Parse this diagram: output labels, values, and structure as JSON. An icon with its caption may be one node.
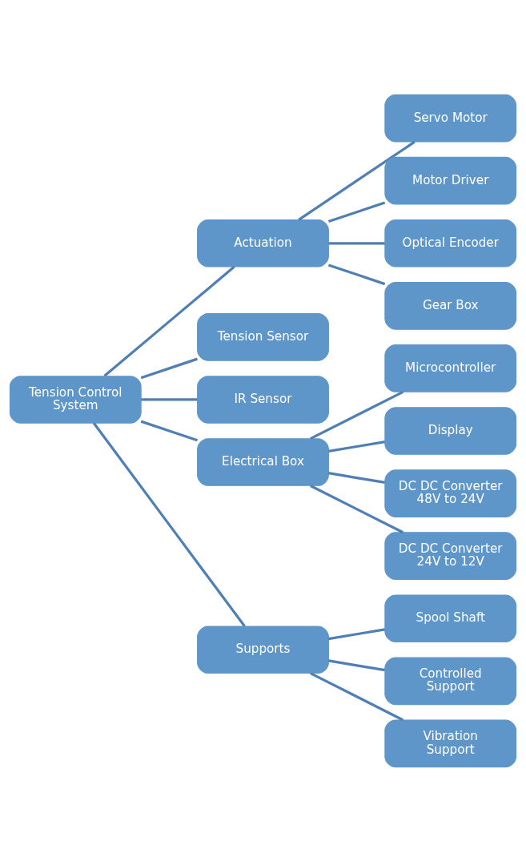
{
  "diagram": {
    "nodes": [
      {
        "text": [
          "Tension Control System"
        ]
      },
      {
        "text": [
          "Actuation"
        ]
      },
      {
        "text": [
          "Tension Sensor"
        ]
      },
      {
        "text": [
          "IR Sensor"
        ]
      },
      {
        "text": [
          "Electrical Box"
        ]
      },
      {
        "text": [
          "Supports"
        ]
      },
      {
        "text": [
          "Servo Motor"
        ]
      },
      {
        "text": [
          "Motor Driver"
        ]
      },
      {
        "text": [
          "Optical Encoder"
        ]
      },
      {
        "text": [
          "Gear Box"
        ]
      },
      {
        "text": [
          "Microcontroller"
        ]
      },
      {
        "text": [
          "Display"
        ]
      },
      {
        "text": [
          "DC DC Converter 48V to 24V"
        ]
      },
      {
        "text": [
          "DC DC Converter 24V to 12V"
        ]
      },
      {
        "text": [
          "Spool Shaft"
        ]
      },
      {
        "text": [
          "Controlled Support"
        ]
      },
      {
        "text": [
          "Vibration Support"
        ]
      }
    ],
    "edges": [
      {
        "from": 0,
        "to": 1,
        "arrow": "none"
      },
      {
        "from": 0,
        "to": 2,
        "arrow": "none"
      },
      {
        "from": 0,
        "to": 3,
        "arrow": "none"
      },
      {
        "from": 0,
        "to": 4,
        "arrow": "none"
      },
      {
        "from": 0,
        "to": 5,
        "arrow": "none"
      },
      {
        "from": 1,
        "to": 6,
        "arrow": "none"
      },
      {
        "from": 1,
        "to": 7,
        "arrow": "none"
      },
      {
        "from": 1,
        "to": 8,
        "arrow": "none"
      },
      {
        "from": 1,
        "to": 9,
        "arrow": "none"
      },
      {
        "from": 4,
        "to": 10,
        "arrow": "none"
      },
      {
        "from": 4,
        "to": 11,
        "arrow": "none"
      },
      {
        "from": 4,
        "to": 12,
        "arrow": "none"
      },
      {
        "from": 4,
        "to": 13,
        "arrow": "none"
      },
      {
        "from": 5,
        "to": 14,
        "arrow": "none"
      },
      {
        "from": 5,
        "to": 15,
        "arrow": "none"
      },
      {
        "from": 5,
        "to": 16,
        "arrow": "none"
      }
    ]
  }
}
